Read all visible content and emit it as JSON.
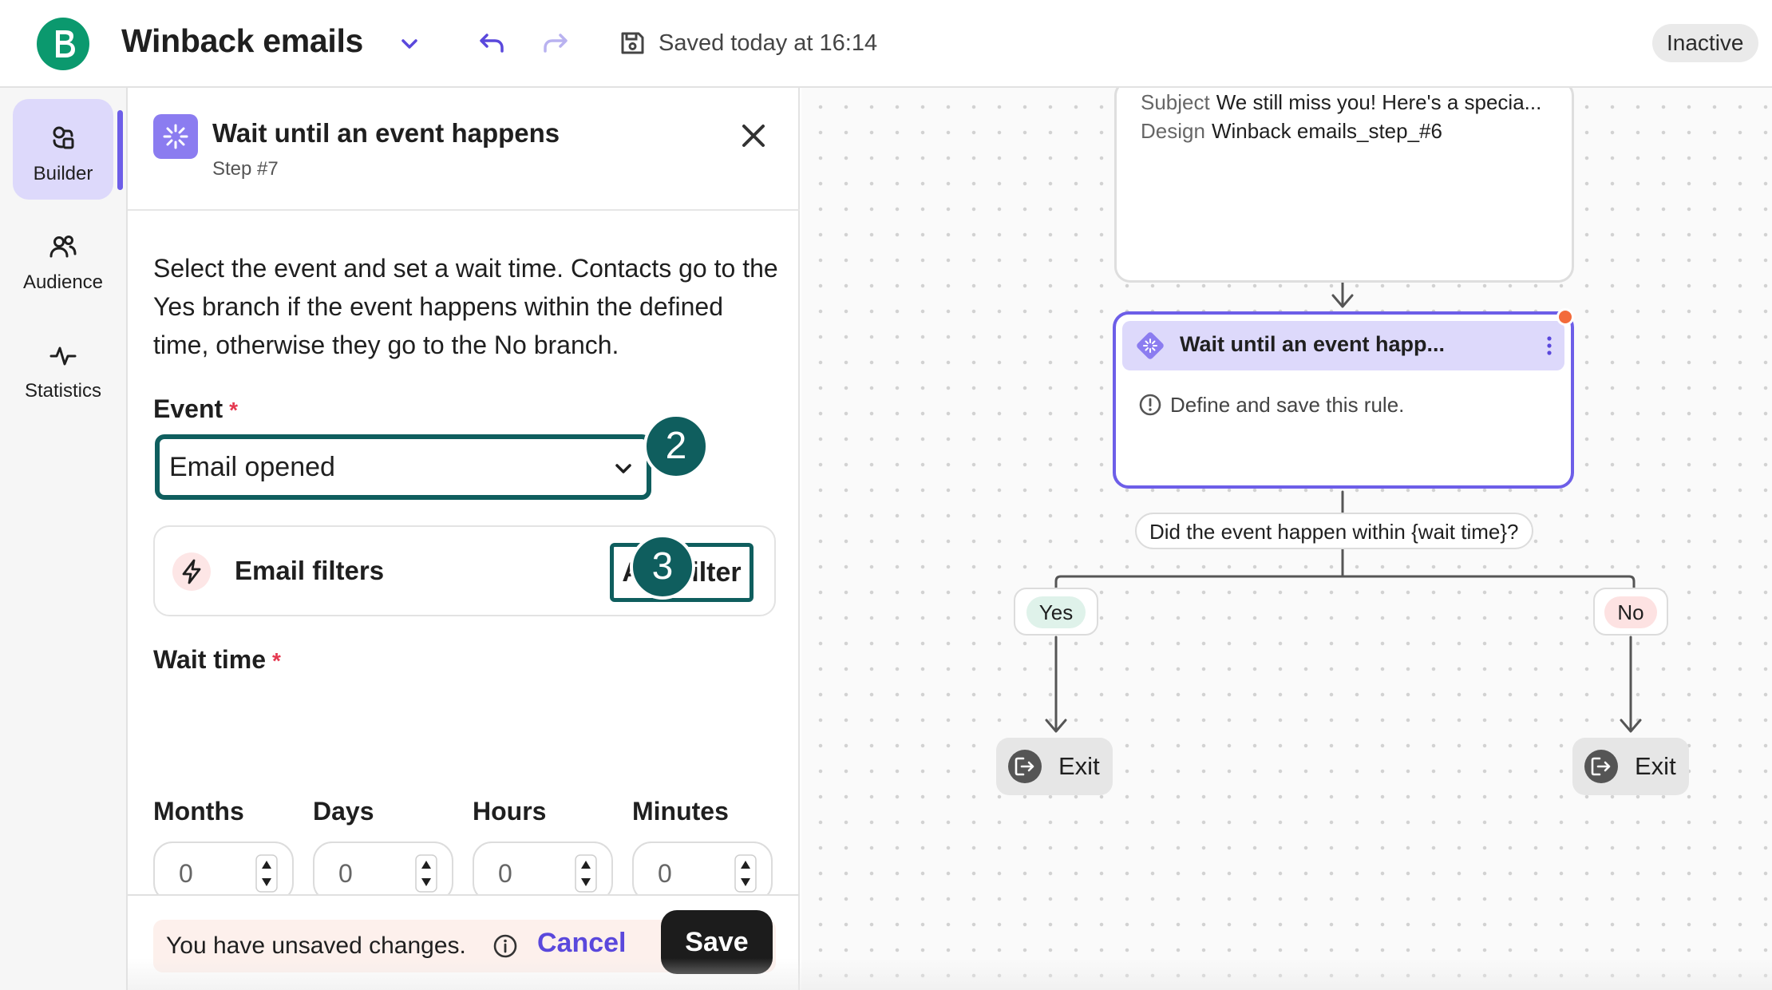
{
  "header": {
    "app_title": "Winback emails",
    "saved_text": "Saved today at 16:14",
    "status": "Inactive",
    "brand_color": "#0b996e",
    "icons": [
      "brevo-logo-icon",
      "chevron-down-icon",
      "undo-icon",
      "redo-icon",
      "save-icon"
    ]
  },
  "sidebar": {
    "items": [
      {
        "label": "Builder",
        "icon": "builder-icon",
        "active": true
      },
      {
        "label": "Audience",
        "icon": "audience-icon",
        "active": false
      },
      {
        "label": "Statistics",
        "icon": "statistics-icon",
        "active": false
      }
    ]
  },
  "panel": {
    "title": "Wait until an event happens",
    "subtitle": "Step #7",
    "description": "Select the event and set a wait time. Contacts go to the Yes branch if the event happens within the defined time, otherwise they go to the No branch.",
    "event_label": "Event",
    "required_mark": "*",
    "event_value": "Email opened",
    "callout_event": "2",
    "filters_label": "Email filters",
    "add_filter_label": "Add filter",
    "callout_filter": "3",
    "wait_time_label": "Wait time",
    "units": [
      {
        "label": "Months",
        "value": "0"
      },
      {
        "label": "Days",
        "value": "0"
      },
      {
        "label": "Hours",
        "value": "0"
      },
      {
        "label": "Minutes",
        "value": "0"
      }
    ],
    "unsaved_text": "You have unsaved changes.",
    "cancel_label": "Cancel",
    "save_label": "Save",
    "accent_color": "#0f5e5e"
  },
  "canvas": {
    "prev_node": {
      "subject_key": "Subject",
      "subject_value": "We still miss you! Here's a specia...",
      "design_key": "Design",
      "design_value": "Winback emails_step_#6"
    },
    "wait_node": {
      "title": "Wait until an event happ...",
      "alert": "Define and save this rule.",
      "accent_color": "#6d5ee8"
    },
    "condition_label": "Did the event happen within {wait time}?",
    "branches": {
      "yes": "Yes",
      "no": "No"
    },
    "exit_label": "Exit"
  }
}
